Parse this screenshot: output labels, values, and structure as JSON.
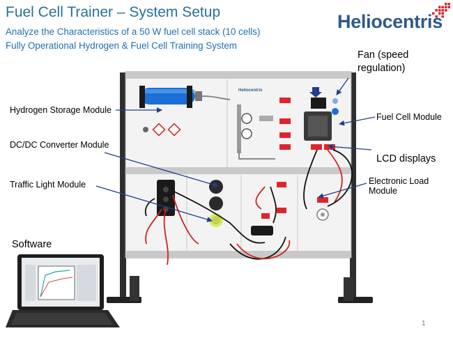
{
  "slide": {
    "title": "Fuel Cell Trainer – System Setup",
    "subtitle_1": "Analyze the Characteristics of a 50 W fuel cell stack (10 cells)",
    "subtitle_2": "Fully Operational Hydrogen & Fuel Cell Training System",
    "page_number": "1"
  },
  "logo": {
    "text": "Heliocentris",
    "color": "#2c5a8c",
    "dot_color": "#d4262e"
  },
  "panel_brand": "Heliocentris",
  "labels": {
    "fan": "Fan (speed regulation)",
    "hydrogen_storage": "Hydrogen Storage Module",
    "fuel_cell": "Fuel Cell Module",
    "dcdc": "DC/DC Converter Module",
    "lcd": "LCD displays",
    "traffic_light": "Traffic Light Module",
    "electronic_load": "Electronic Load Module",
    "software": "Software"
  },
  "colors": {
    "title": "#2a6f9a",
    "subtitle": "#1f6fb5",
    "arrow": "#1f3f8c",
    "cylinder": "#1c6fd6",
    "led_display": "#e0242b",
    "frame": "#3a3a3a"
  }
}
